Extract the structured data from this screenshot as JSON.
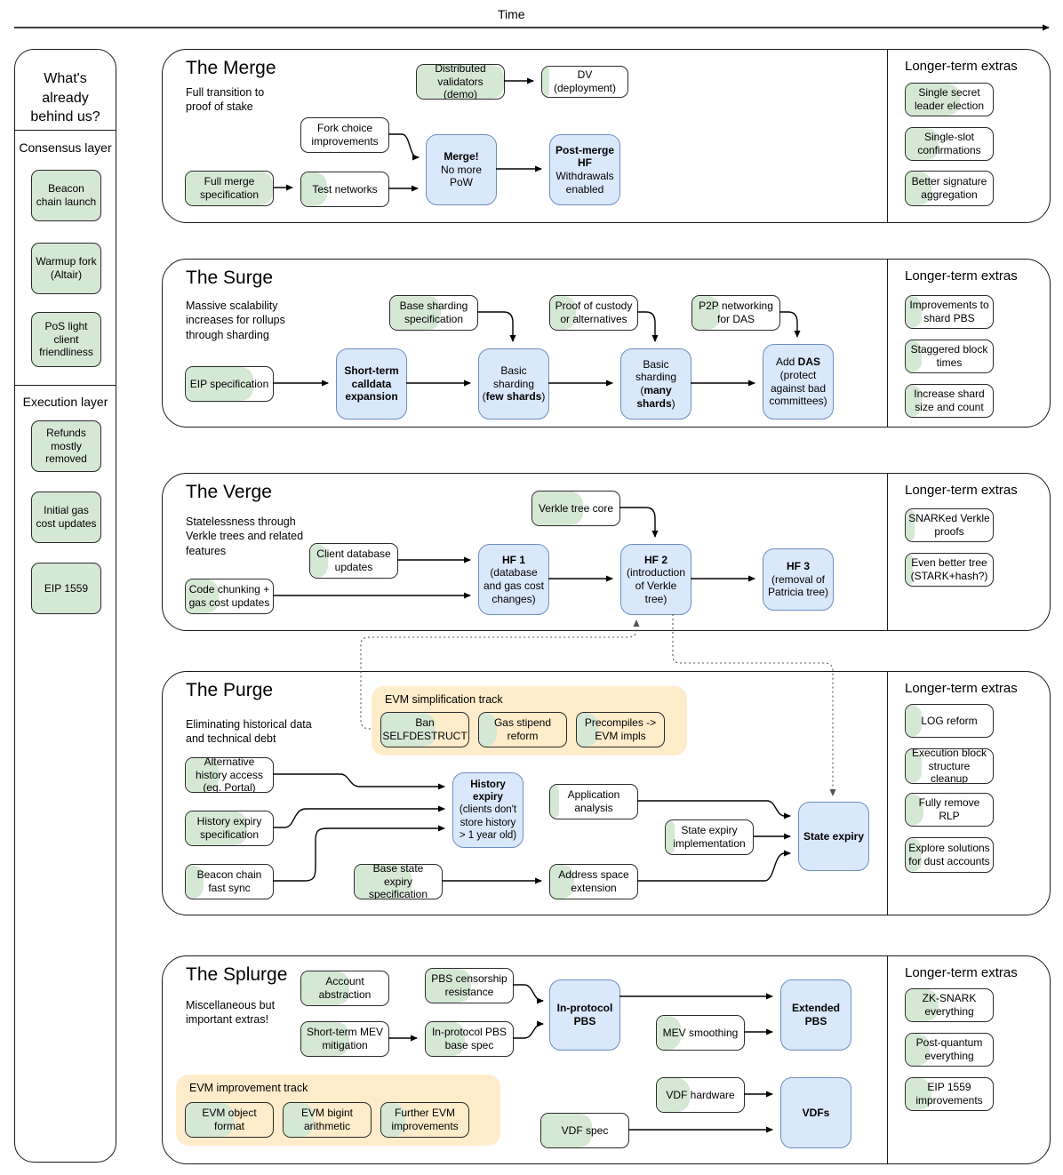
{
  "time_label": "Time",
  "extras_label": "Longer-term extras",
  "colors": {
    "green": "#d5e8d4",
    "blue": "#dae8fc",
    "blue_border": "#6c8ebf",
    "track_yellow": "#ffecca"
  },
  "left_column": {
    "title": "What's already behind us?",
    "consensus_header": "Consensus layer",
    "consensus_items": [
      "Beacon chain launch",
      "Warmup fork (Altair)",
      "PoS light client friendliness"
    ],
    "execution_header": "Execution layer",
    "execution_items": [
      "Refunds mostly removed",
      "Initial gas cost updates",
      "EIP 1559"
    ]
  },
  "sections": {
    "merge": {
      "title": "The Merge",
      "subtitle": "Full transition to proof of stake",
      "nodes": {
        "dist_validators": {
          "label": "Distributed validators (demo)",
          "progress": 100
        },
        "dv_deploy": {
          "label": "DV (deployment)",
          "progress": 8
        },
        "fork_choice": {
          "label": "Fork choice improvements",
          "progress": 0
        },
        "full_merge_spec": {
          "label": "Full merge specification",
          "progress": 100
        },
        "test_networks": {
          "label": "Test networks",
          "progress": 30
        },
        "merge_box": {
          "html": "<b>Merge!</b><br>No more PoW"
        },
        "postmerge_box": {
          "html": "<b>Post-merge HF</b><br>Withdrawals enabled"
        }
      },
      "extras": [
        {
          "label": "Single secret leader election",
          "progress": 62
        },
        {
          "label": "Single-slot confirmations",
          "progress": 38
        },
        {
          "label": "Better signature aggregation",
          "progress": 30
        }
      ]
    },
    "surge": {
      "title": "The Surge",
      "subtitle": "Massive scalability increases for rollups through sharding",
      "nodes": {
        "base_sharding_spec": {
          "label": "Base sharding specification",
          "progress": 58
        },
        "proof_custody": {
          "label": "Proof of custody or alternatives",
          "progress": 30
        },
        "p2p_das": {
          "label": "P2P networking for DAS",
          "progress": 32
        },
        "eip_spec": {
          "label": "EIP specification",
          "progress": 78
        },
        "shortterm_calldata": {
          "html": "<b>Short-term calldata expansion</b>"
        },
        "basic_few": {
          "html": "Basic sharding (<b>few shards</b>)"
        },
        "basic_many": {
          "html": "Basic sharding (<b>many shards</b>)"
        },
        "add_das": {
          "html": "Add <b>DAS</b> (protect against bad committees)"
        }
      },
      "extras": [
        {
          "label": "Improvements to shard PBS",
          "progress": 18
        },
        {
          "label": "Staggered block times",
          "progress": 18
        },
        {
          "label": "Increase shard size and count",
          "progress": 18
        }
      ]
    },
    "verge": {
      "title": "The Verge",
      "subtitle": "Statelessness through Verkle trees and related features",
      "nodes": {
        "verkle_core": {
          "label": "Verkle tree core",
          "progress": 58
        },
        "client_db": {
          "label": "Client database updates",
          "progress": 20
        },
        "code_chunking": {
          "label": "Code chunking + gas cost updates",
          "progress": 38
        },
        "hf1": {
          "html": "<b>HF 1</b><br>(database and gas cost changes)"
        },
        "hf2": {
          "html": "<b>HF 2</b><br>(introduction of Verkle tree)"
        },
        "hf3": {
          "html": "<b>HF 3</b><br>(removal of Patricia tree)"
        }
      },
      "extras": [
        {
          "label": "SNARKed Verkle proofs",
          "progress": 10
        },
        {
          "label": "Even better tree (STARK+hash?)",
          "progress": 8
        }
      ]
    },
    "purge": {
      "title": "The Purge",
      "subtitle": "Eliminating historical data and technical debt",
      "track_label": "EVM simplification track",
      "nodes": {
        "ban_selfdestruct": {
          "label": "Ban SELFDESTRUCT",
          "progress": 62
        },
        "gas_stipend": {
          "label": "Gas stipend reform",
          "progress": 20
        },
        "precompiles": {
          "label": "Precompiles -> EVM impls",
          "progress": 24
        },
        "alt_history": {
          "label": "Alternative history access (eg. Portal)",
          "progress": 38
        },
        "history_expiry_spec": {
          "label": "History expiry specification",
          "progress": 70
        },
        "beacon_fast_sync": {
          "label": "Beacon chain fast sync",
          "progress": 20
        },
        "history_expiry": {
          "html": "<b>History expiry</b><br>(clients don't store history &gt; 1 year old)"
        },
        "application_analysis": {
          "label": "Application analysis",
          "progress": 10
        },
        "state_expiry_impl": {
          "label": "State expiry implementation",
          "progress": 10
        },
        "base_state_expiry": {
          "label": "Base state expiry specification",
          "progress": 65
        },
        "address_space": {
          "label": "Address space extension",
          "progress": 28
        },
        "state_expiry": {
          "html": "<b>State expiry</b>"
        }
      },
      "extras": [
        {
          "label": "LOG reform",
          "progress": 18
        },
        {
          "label": "Execution block structure cleanup",
          "progress": 18
        },
        {
          "label": "Fully remove RLP",
          "progress": 20
        },
        {
          "label": "Explore solutions for dust accounts",
          "progress": 18
        }
      ]
    },
    "splurge": {
      "title": "The Splurge",
      "subtitle": "Miscellaneous but important extras!",
      "track_label": "EVM improvement track",
      "nodes": {
        "account_abstraction": {
          "label": "Account abstraction",
          "progress": 55
        },
        "pbs_censorship": {
          "label": "PBS censorship resistance",
          "progress": 52
        },
        "shortterm_mev": {
          "label": "Short-term MEV mitigation",
          "progress": 55
        },
        "inprotocol_pbs_spec": {
          "label": "In-protocol PBS base spec",
          "progress": 45
        },
        "inprotocol_pbs": {
          "html": "<b>In-protocol PBS</b>"
        },
        "mev_smoothing": {
          "label": "MEV smoothing",
          "progress": 28
        },
        "extended_pbs": {
          "html": "<b>Extended PBS</b>"
        },
        "evm_object": {
          "label": "EVM object format",
          "progress": 55
        },
        "evm_bigint": {
          "label": "EVM bigint arithmetic",
          "progress": 35
        },
        "further_evm": {
          "label": "Further EVM improvements",
          "progress": 28
        },
        "vdf_hardware": {
          "label": "VDF hardware",
          "progress": 38
        },
        "vdf_spec": {
          "label": "VDF spec",
          "progress": 58
        },
        "vdfs": {
          "html": "<b>VDFs</b>"
        }
      },
      "extras": [
        {
          "label": "ZK-SNARK everything",
          "progress": 38
        },
        {
          "label": "Post-quantum everything",
          "progress": 28
        },
        {
          "label": "EIP 1559 improvements",
          "progress": 30
        }
      ]
    }
  }
}
